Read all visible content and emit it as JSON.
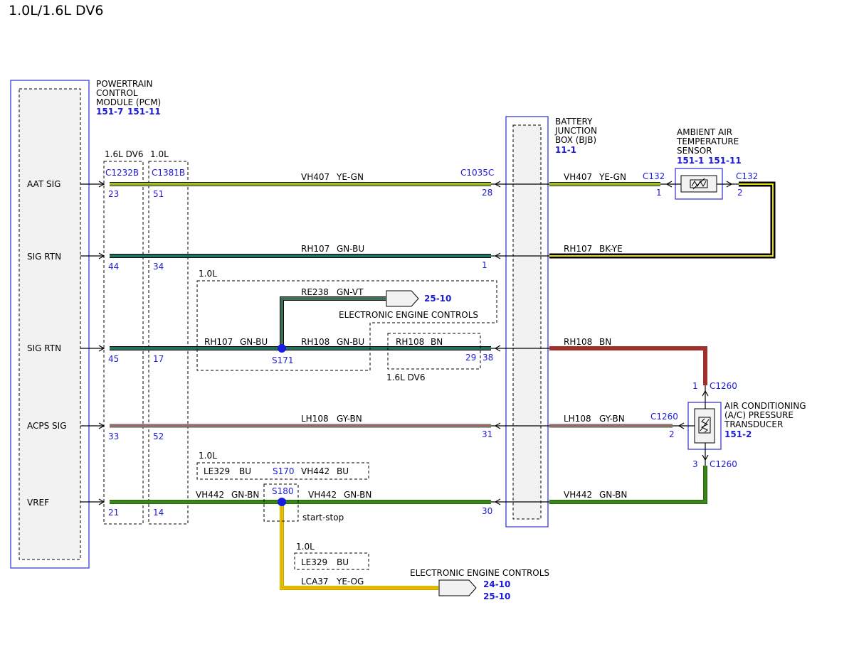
{
  "title": "1.0L/1.6L DV6",
  "pcm": {
    "name_lines": [
      "POWERTRAIN",
      "CONTROL",
      "MODULE (PCM)"
    ],
    "refs": [
      "151-7",
      "151-11"
    ],
    "pins": [
      "AAT SIG",
      "SIG RTN",
      "SIG RTN",
      "ACPS SIG",
      "VREF"
    ],
    "conn_a_variant": "1.6L DV6",
    "conn_b_variant": "1.0L",
    "conn_a": "C1232B",
    "conn_b": "C1381B",
    "conn_a_pins": [
      "23",
      "44",
      "45",
      "33",
      "21"
    ],
    "conn_b_pins": [
      "51",
      "34",
      "17",
      "52",
      "14"
    ]
  },
  "bjb": {
    "name_lines": [
      "BATTERY",
      "JUNCTION",
      "BOX (BJB)"
    ],
    "ref": "11-1",
    "conn": "C1035C",
    "pins": [
      "28",
      "1",
      "38",
      "31",
      "30"
    ],
    "pin_29": "29",
    "dv6_box_label": "1.6L DV6",
    "dv6_wire": "RH108",
    "dv6_color": "BN"
  },
  "aat_sensor": {
    "name_lines": [
      "AMBIENT AIR",
      "TEMPERATURE",
      "SENSOR"
    ],
    "refs": [
      "151-1",
      "151-11"
    ],
    "conn_1": "C132",
    "pin_1": "1",
    "conn_2": "C132",
    "pin_2": "2"
  },
  "acp_transducer": {
    "name_lines": [
      "AIR CONDITIONING",
      "(A/C) PRESSURE",
      "TRANSDUCER"
    ],
    "ref": "151-2",
    "conn_top": "C1260",
    "pin_top": "1",
    "conn_left": "C1260",
    "pin_left": "2",
    "conn_bottom": "C1260",
    "pin_bottom": "3"
  },
  "wires": {
    "w1_left": {
      "circuit": "VH407",
      "color": "YE-GN"
    },
    "w1_right": {
      "circuit": "VH407",
      "color": "YE-GN"
    },
    "w2_left": {
      "circuit": "RH107",
      "color": "GN-BU"
    },
    "w2_right": {
      "circuit": "RH107",
      "color": "BK-YE"
    },
    "w3_a": {
      "circuit": "RH107",
      "color": "GN-BU"
    },
    "w3_b": {
      "circuit": "RH108",
      "color": "GN-BU"
    },
    "w3_right": {
      "circuit": "RH108",
      "color": "BN"
    },
    "w3_branch": {
      "circuit": "RE238",
      "color": "GN-VT"
    },
    "w4_left": {
      "circuit": "LH108",
      "color": "GY-BN"
    },
    "w4_right": {
      "circuit": "LH108",
      "color": "GY-BN"
    },
    "w5_a": {
      "circuit": "VH442",
      "color": "GN-BN"
    },
    "w5_b": {
      "circuit": "VH442",
      "color": "GN-BN"
    },
    "w5_right": {
      "circuit": "VH442",
      "color": "GN-BN"
    },
    "w5_branch": {
      "circuit": "LCA37",
      "color": "YE-OG"
    }
  },
  "splices": {
    "s171": "S171",
    "s170": "S170",
    "s180": "S180",
    "start_stop": "start-stop",
    "box_1_0l_a": "1.0L",
    "box_1_0l_b": "1.0L",
    "box_1_0l_c": "1.0L",
    "s170_wire1": {
      "circuit": "LE329",
      "color": "BU"
    },
    "s170_wire2": {
      "circuit": "VH442",
      "color": "BU"
    },
    "lower_wire": {
      "circuit": "LE329",
      "color": "BU"
    }
  },
  "eec_upper": {
    "label": "ELECTRONIC ENGINE CONTROLS",
    "ref": "25-10"
  },
  "eec_lower": {
    "label": "ELECTRONIC ENGINE CONTROLS",
    "refs": [
      "24-10",
      "25-10"
    ]
  },
  "colors": {
    "ye_gn": "#d8e020",
    "gn_bu": "#1f5a3a",
    "gn_vt": "#2e7d32",
    "bn": "#a0302a",
    "gy_bn": "#9a8a86",
    "gn_bn": "#3a7a1a",
    "bk_ye": "#111111",
    "ye_og": "#f2d400",
    "module_border": "#3a3ad9",
    "pin_text": "#1a1ad9"
  }
}
